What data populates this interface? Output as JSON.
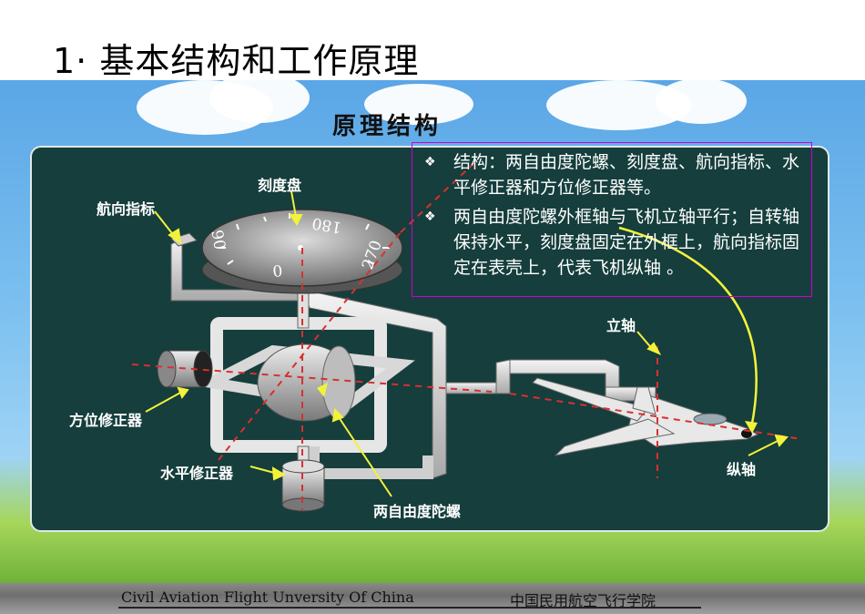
{
  "slide": {
    "title": "1· 基本结构和工作原理",
    "panel_title": "原理结构"
  },
  "labels": {
    "course_indicator": "航向指标",
    "dial": "刻度盘",
    "azimuth_corrector": "方位修正器",
    "level_corrector": "水平修正器",
    "gyro": "两自由度陀螺",
    "vertical_axis": "立轴",
    "longitudinal_axis": "纵轴"
  },
  "dial_marks": [
    "0",
    "90",
    "180",
    "270"
  ],
  "bullets": [
    "结构：两自由度陀螺、刻度盘、航向指标、水平修正器和方位修正器等。",
    "两自由度陀螺外框轴与飞机立轴平行；自转轴保持水平，刻度盘固定在外框上，航向指标固定在表壳上，代表飞机纵轴 。"
  ],
  "footer": {
    "left": "Civil Aviation Flight Unversity Of China",
    "right": "中国民用航空飞行学院"
  },
  "colors": {
    "panel": "#153e3c",
    "axis_line": "#d83030",
    "arrow": "#f2f23a",
    "textbox_border": "#d000d0"
  }
}
